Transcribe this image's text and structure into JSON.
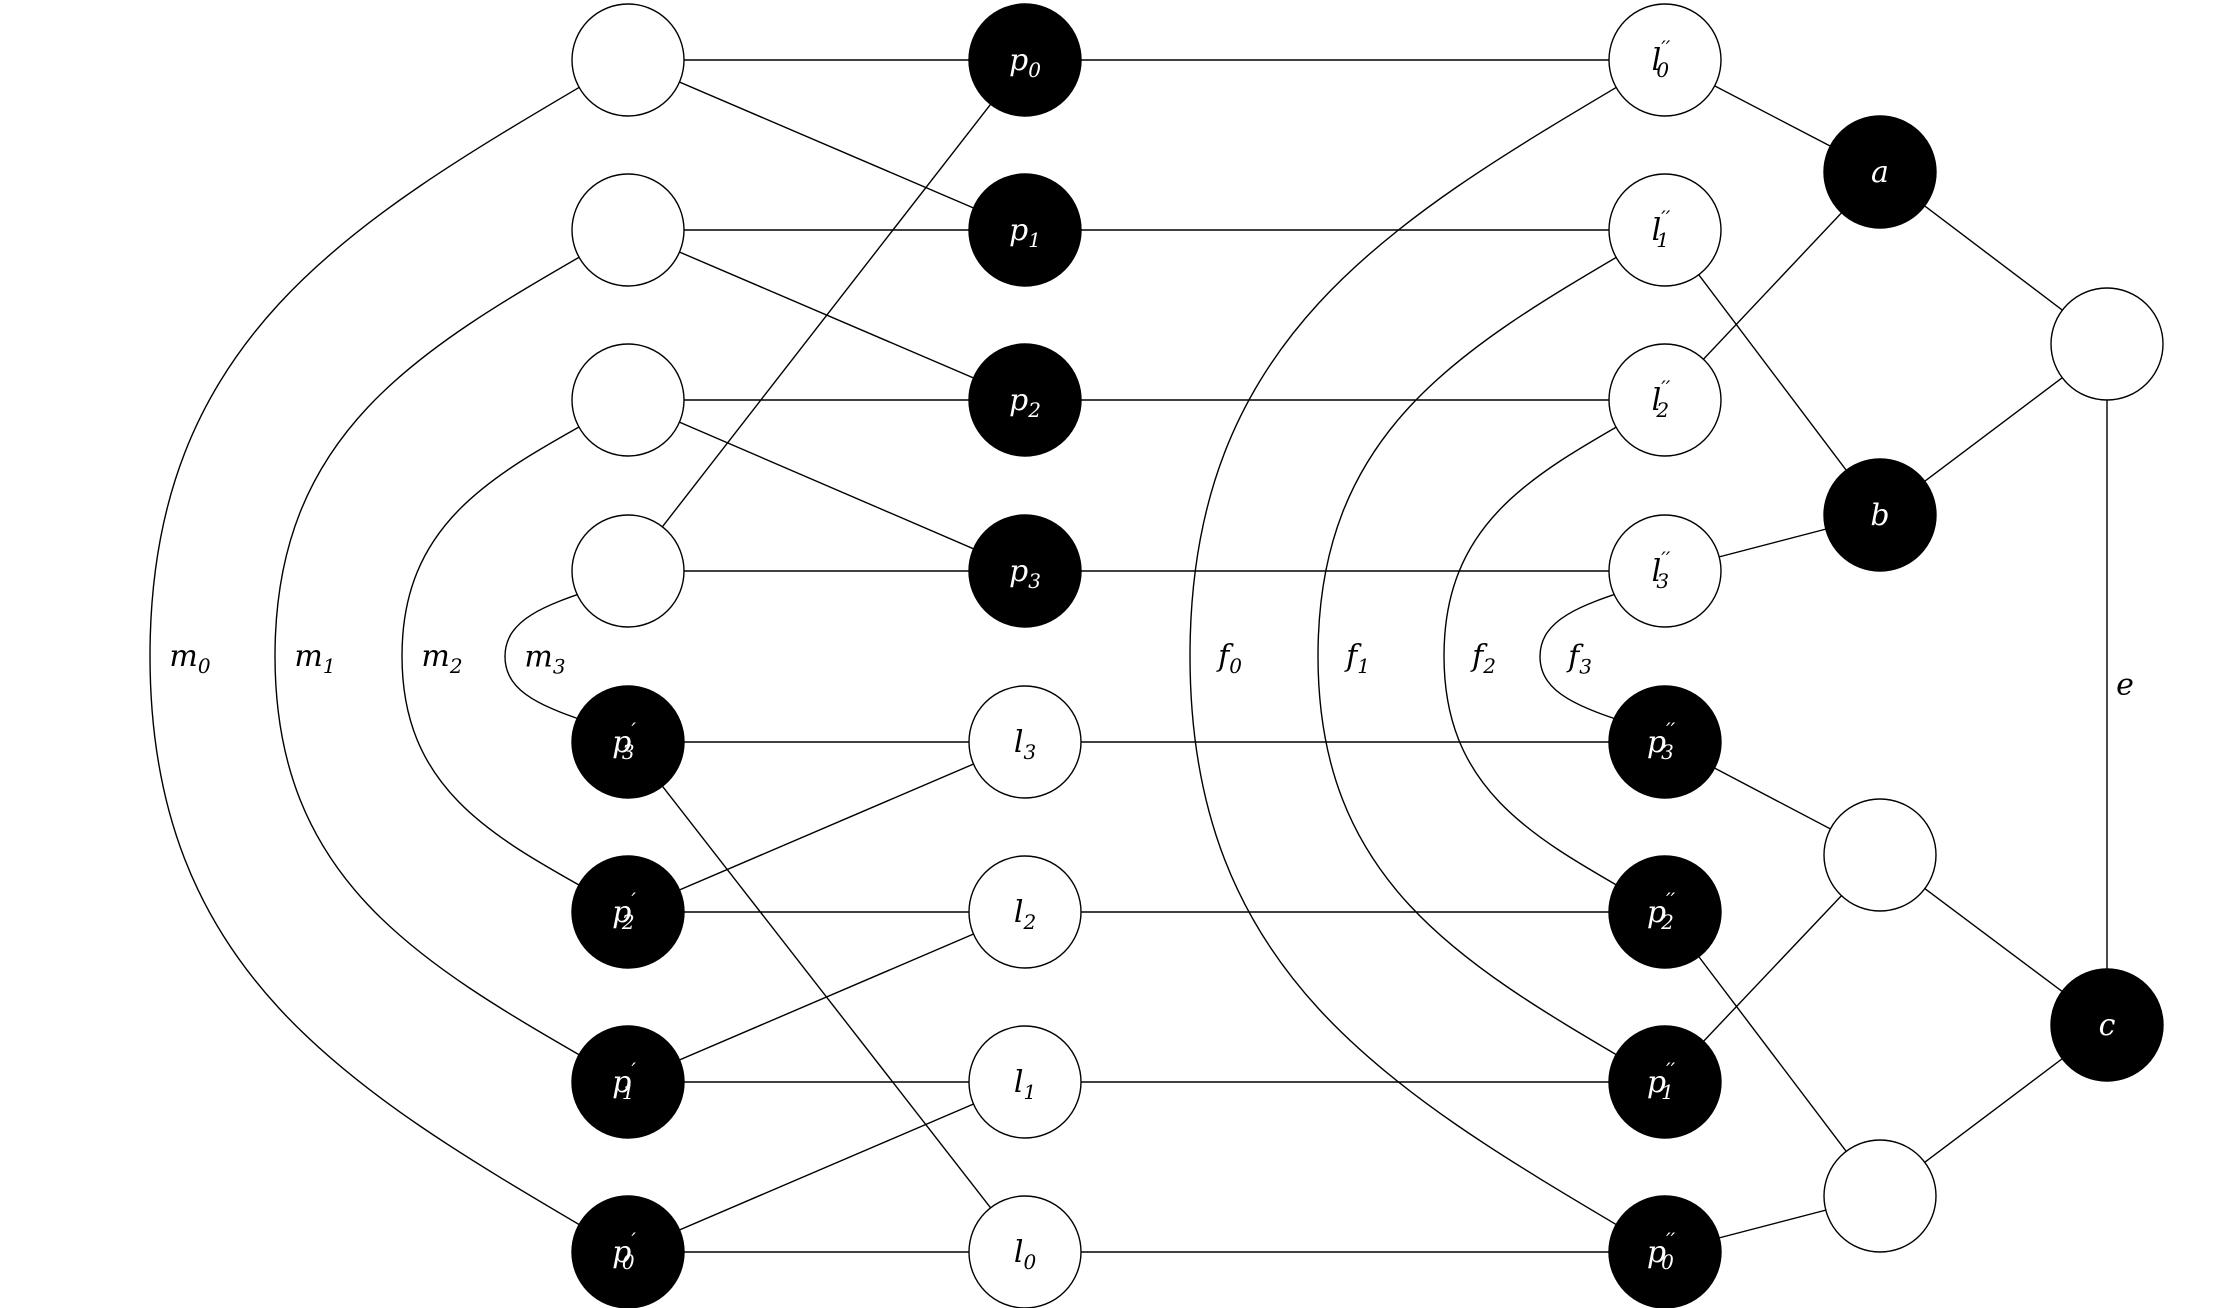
{
  "colors": {
    "dark": "#000000",
    "light": "#ffffff"
  },
  "nodes": [
    {
      "id": "u0",
      "fill": "white",
      "base": "",
      "sup": "",
      "sub": ""
    },
    {
      "id": "u1",
      "fill": "white",
      "base": "",
      "sup": "",
      "sub": ""
    },
    {
      "id": "u2",
      "fill": "white",
      "base": "",
      "sup": "",
      "sub": ""
    },
    {
      "id": "u3",
      "fill": "white",
      "base": "",
      "sup": "",
      "sub": ""
    },
    {
      "id": "p0",
      "fill": "black",
      "base": "p",
      "sup": "",
      "sub": "0"
    },
    {
      "id": "p1",
      "fill": "black",
      "base": "p",
      "sup": "",
      "sub": "1"
    },
    {
      "id": "p2",
      "fill": "black",
      "base": "p",
      "sup": "",
      "sub": "2"
    },
    {
      "id": "p3",
      "fill": "black",
      "base": "p",
      "sup": "",
      "sub": "3"
    },
    {
      "id": "pp3",
      "fill": "black",
      "base": "p",
      "sup": "′",
      "sub": "3"
    },
    {
      "id": "pp2",
      "fill": "black",
      "base": "p",
      "sup": "′",
      "sub": "2"
    },
    {
      "id": "pp1",
      "fill": "black",
      "base": "p",
      "sup": "′",
      "sub": "1"
    },
    {
      "id": "pp0",
      "fill": "black",
      "base": "p",
      "sup": "′",
      "sub": "0"
    },
    {
      "id": "l3",
      "fill": "white",
      "base": "l",
      "sup": "",
      "sub": "3"
    },
    {
      "id": "l2",
      "fill": "white",
      "base": "l",
      "sup": "",
      "sub": "2"
    },
    {
      "id": "l1",
      "fill": "white",
      "base": "l",
      "sup": "",
      "sub": "1"
    },
    {
      "id": "l0",
      "fill": "white",
      "base": "l",
      "sup": "",
      "sub": "0"
    },
    {
      "id": "ll0",
      "fill": "white",
      "base": "l",
      "sup": "′′",
      "sub": "0"
    },
    {
      "id": "ll1",
      "fill": "white",
      "base": "l",
      "sup": "′′",
      "sub": "1"
    },
    {
      "id": "ll2",
      "fill": "white",
      "base": "l",
      "sup": "′′",
      "sub": "2"
    },
    {
      "id": "ll3",
      "fill": "white",
      "base": "l",
      "sup": "′′",
      "sub": "3"
    },
    {
      "id": "ppp3",
      "fill": "black",
      "base": "p",
      "sup": "′′",
      "sub": "3"
    },
    {
      "id": "ppp2",
      "fill": "black",
      "base": "p",
      "sup": "′′",
      "sub": "2"
    },
    {
      "id": "ppp1",
      "fill": "black",
      "base": "p",
      "sup": "′′",
      "sub": "1"
    },
    {
      "id": "ppp0",
      "fill": "black",
      "base": "p",
      "sup": "′′",
      "sub": "0"
    },
    {
      "id": "a",
      "fill": "black",
      "base": "a",
      "sup": "",
      "sub": ""
    },
    {
      "id": "b",
      "fill": "black",
      "base": "b",
      "sup": "",
      "sub": ""
    },
    {
      "id": "c",
      "fill": "black",
      "base": "c",
      "sup": "",
      "sub": ""
    },
    {
      "id": "r1",
      "fill": "white",
      "base": "",
      "sup": "",
      "sub": ""
    },
    {
      "id": "r2",
      "fill": "white",
      "base": "",
      "sup": "",
      "sub": ""
    },
    {
      "id": "r3",
      "fill": "white",
      "base": "",
      "sup": "",
      "sub": ""
    }
  ],
  "edges": [
    {
      "from": "u0",
      "to": "p0"
    },
    {
      "from": "u0",
      "to": "p1"
    },
    {
      "from": "u1",
      "to": "p1"
    },
    {
      "from": "u1",
      "to": "p2"
    },
    {
      "from": "u2",
      "to": "p2"
    },
    {
      "from": "u2",
      "to": "p3"
    },
    {
      "from": "u3",
      "to": "p3"
    },
    {
      "from": "u3",
      "to": "p0"
    },
    {
      "from": "p0",
      "to": "ll0"
    },
    {
      "from": "p1",
      "to": "ll1"
    },
    {
      "from": "p2",
      "to": "ll2"
    },
    {
      "from": "p3",
      "to": "ll3"
    },
    {
      "from": "pp3",
      "to": "l3"
    },
    {
      "from": "pp3",
      "to": "l0"
    },
    {
      "from": "pp2",
      "to": "l2"
    },
    {
      "from": "pp2",
      "to": "l3"
    },
    {
      "from": "pp1",
      "to": "l1"
    },
    {
      "from": "pp1",
      "to": "l2"
    },
    {
      "from": "pp0",
      "to": "l0"
    },
    {
      "from": "pp0",
      "to": "l1"
    },
    {
      "from": "l3",
      "to": "ppp3"
    },
    {
      "from": "l2",
      "to": "ppp2"
    },
    {
      "from": "l1",
      "to": "ppp1"
    },
    {
      "from": "l0",
      "to": "ppp0"
    },
    {
      "from": "ll0",
      "to": "a"
    },
    {
      "from": "ll1",
      "to": "b"
    },
    {
      "from": "ll2",
      "to": "a"
    },
    {
      "from": "ll3",
      "to": "b"
    },
    {
      "from": "a",
      "to": "r1"
    },
    {
      "from": "b",
      "to": "r1"
    },
    {
      "from": "r1",
      "to": "c"
    },
    {
      "from": "ppp3",
      "to": "r2"
    },
    {
      "from": "ppp1",
      "to": "r2"
    },
    {
      "from": "r2",
      "to": "c"
    },
    {
      "from": "ppp2",
      "to": "r3"
    },
    {
      "from": "ppp0",
      "to": "r3"
    },
    {
      "from": "r3",
      "to": "c"
    }
  ],
  "arcs": [
    {
      "from": "u0",
      "to": "pp0",
      "label": {
        "base": "m",
        "sub": "0"
      }
    },
    {
      "from": "u1",
      "to": "pp1",
      "label": {
        "base": "m",
        "sub": "1"
      }
    },
    {
      "from": "u2",
      "to": "pp2",
      "label": {
        "base": "m",
        "sub": "2"
      }
    },
    {
      "from": "u3",
      "to": "pp3",
      "label": {
        "base": "m",
        "sub": "3"
      }
    },
    {
      "from": "ll0",
      "to": "ppp0",
      "label": {
        "base": "f",
        "sub": "0"
      }
    },
    {
      "from": "ll1",
      "to": "ppp1",
      "label": {
        "base": "f",
        "sub": "1"
      }
    },
    {
      "from": "ll2",
      "to": "ppp2",
      "label": {
        "base": "f",
        "sub": "2"
      }
    },
    {
      "from": "ll3",
      "to": "ppp3",
      "label": {
        "base": "f",
        "sub": "3"
      }
    }
  ],
  "edge_labels": [
    {
      "edge_from": "r1",
      "edge_to": "c",
      "base": "e",
      "sub": ""
    }
  ]
}
